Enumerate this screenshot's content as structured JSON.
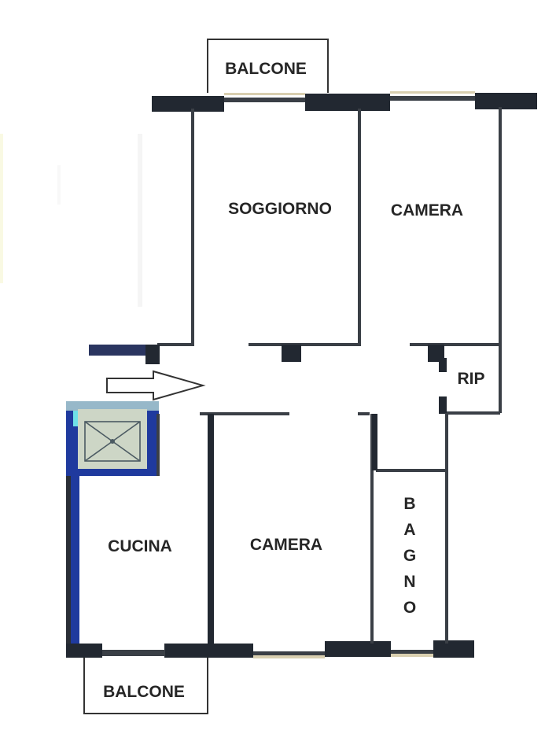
{
  "rooms": {
    "balcony_top": "BALCONE",
    "living_room": "SOGGIORNO",
    "bedroom_top": "CAMERA",
    "storage": "RIP",
    "kitchen": "CUCINA",
    "bedroom_bottom": "CAMERA",
    "bathroom": "BAGNO",
    "balcony_bottom": "BALCONE"
  },
  "icons": {
    "entrance": "entrance-arrow-icon",
    "stairwell": "stairwell-icon"
  },
  "colors": {
    "wall": "#222831",
    "thin_line": "#3a3f46",
    "paper": "#ffffff",
    "stair_fill": "#cdd6c6",
    "cyan_accent": "#6fe0e8"
  }
}
